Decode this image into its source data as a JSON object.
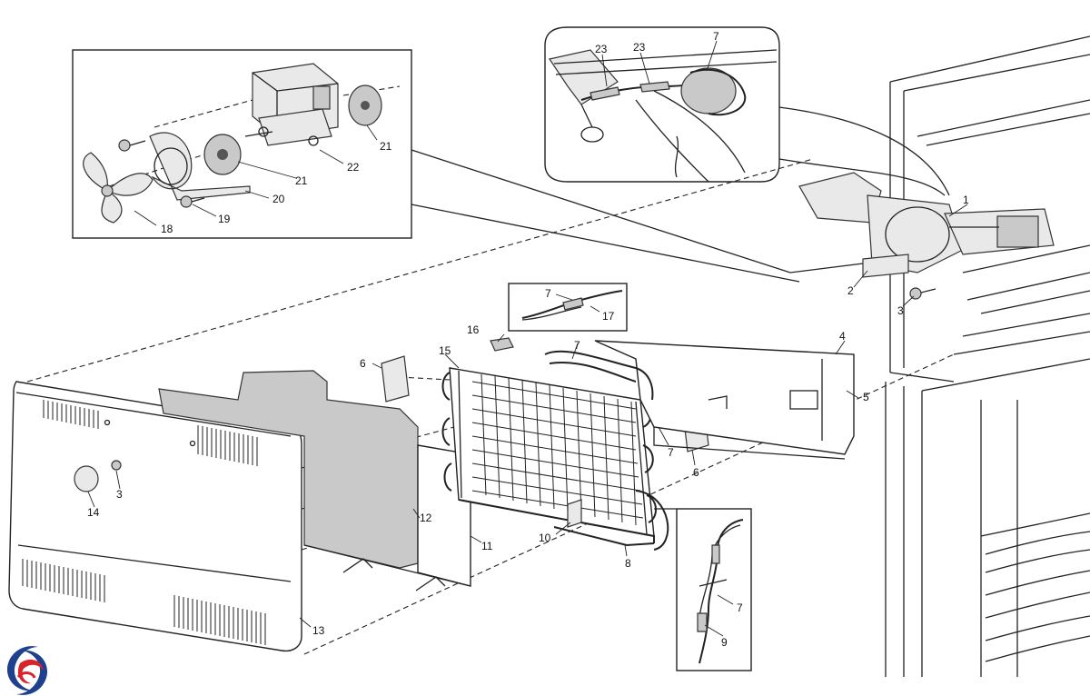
{
  "parts": [
    {
      "id": "p1",
      "label": "1"
    },
    {
      "id": "p2",
      "label": "2"
    },
    {
      "id": "p3a",
      "label": "3"
    },
    {
      "id": "p3b",
      "label": "3"
    },
    {
      "id": "p4",
      "label": "4"
    },
    {
      "id": "p5",
      "label": "5"
    },
    {
      "id": "p6a",
      "label": "6"
    },
    {
      "id": "p6b",
      "label": "6"
    },
    {
      "id": "p7a",
      "label": "7"
    },
    {
      "id": "p7b",
      "label": "7"
    },
    {
      "id": "p7c",
      "label": "7"
    },
    {
      "id": "p7d",
      "label": "7"
    },
    {
      "id": "p7e",
      "label": "7"
    },
    {
      "id": "p8",
      "label": "8"
    },
    {
      "id": "p9",
      "label": "9"
    },
    {
      "id": "p10",
      "label": "10"
    },
    {
      "id": "p11",
      "label": "11"
    },
    {
      "id": "p12",
      "label": "12"
    },
    {
      "id": "p13",
      "label": "13"
    },
    {
      "id": "p14",
      "label": "14"
    },
    {
      "id": "p15",
      "label": "15"
    },
    {
      "id": "p16",
      "label": "16"
    },
    {
      "id": "p17",
      "label": "17"
    },
    {
      "id": "p18",
      "label": "18"
    },
    {
      "id": "p19",
      "label": "19"
    },
    {
      "id": "p20",
      "label": "20"
    },
    {
      "id": "p21a",
      "label": "21"
    },
    {
      "id": "p21b",
      "label": "21"
    },
    {
      "id": "p22",
      "label": "22"
    },
    {
      "id": "p23a",
      "label": "23"
    },
    {
      "id": "p23b",
      "label": "23"
    }
  ],
  "logo": {
    "icon": "brand-swirl-logo",
    "colors": [
      "#1f3f8f",
      "#d8232a"
    ]
  }
}
